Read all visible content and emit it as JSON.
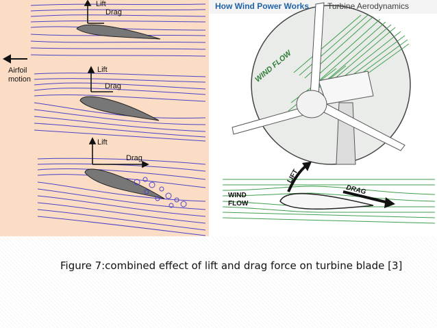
{
  "left_diagram": {
    "labels": {
      "lift": "Lift",
      "drag": "Drag",
      "airfoil_motion_line1": "Airfoil",
      "airfoil_motion_line2": "motion"
    },
    "colors": {
      "background": "#fbdcc5",
      "streamline": "#4a42c8",
      "airfoil": "#777777"
    }
  },
  "right_diagram": {
    "header_title": "How Wind Power Works",
    "header_subtitle": "Turbine Aerodynamics",
    "wind_flow_circle_label": "WIND FLOW",
    "wind_flow_label_line1": "WIND",
    "wind_flow_label_line2": "FLOW",
    "lift_label": "LIFT",
    "drag_label": "DRAG",
    "colors": {
      "flow": "#3e9e4a",
      "header_title": "#1f63a8"
    }
  },
  "caption": "Figure 7:combined effect of lift and drag force on turbine blade [3]"
}
